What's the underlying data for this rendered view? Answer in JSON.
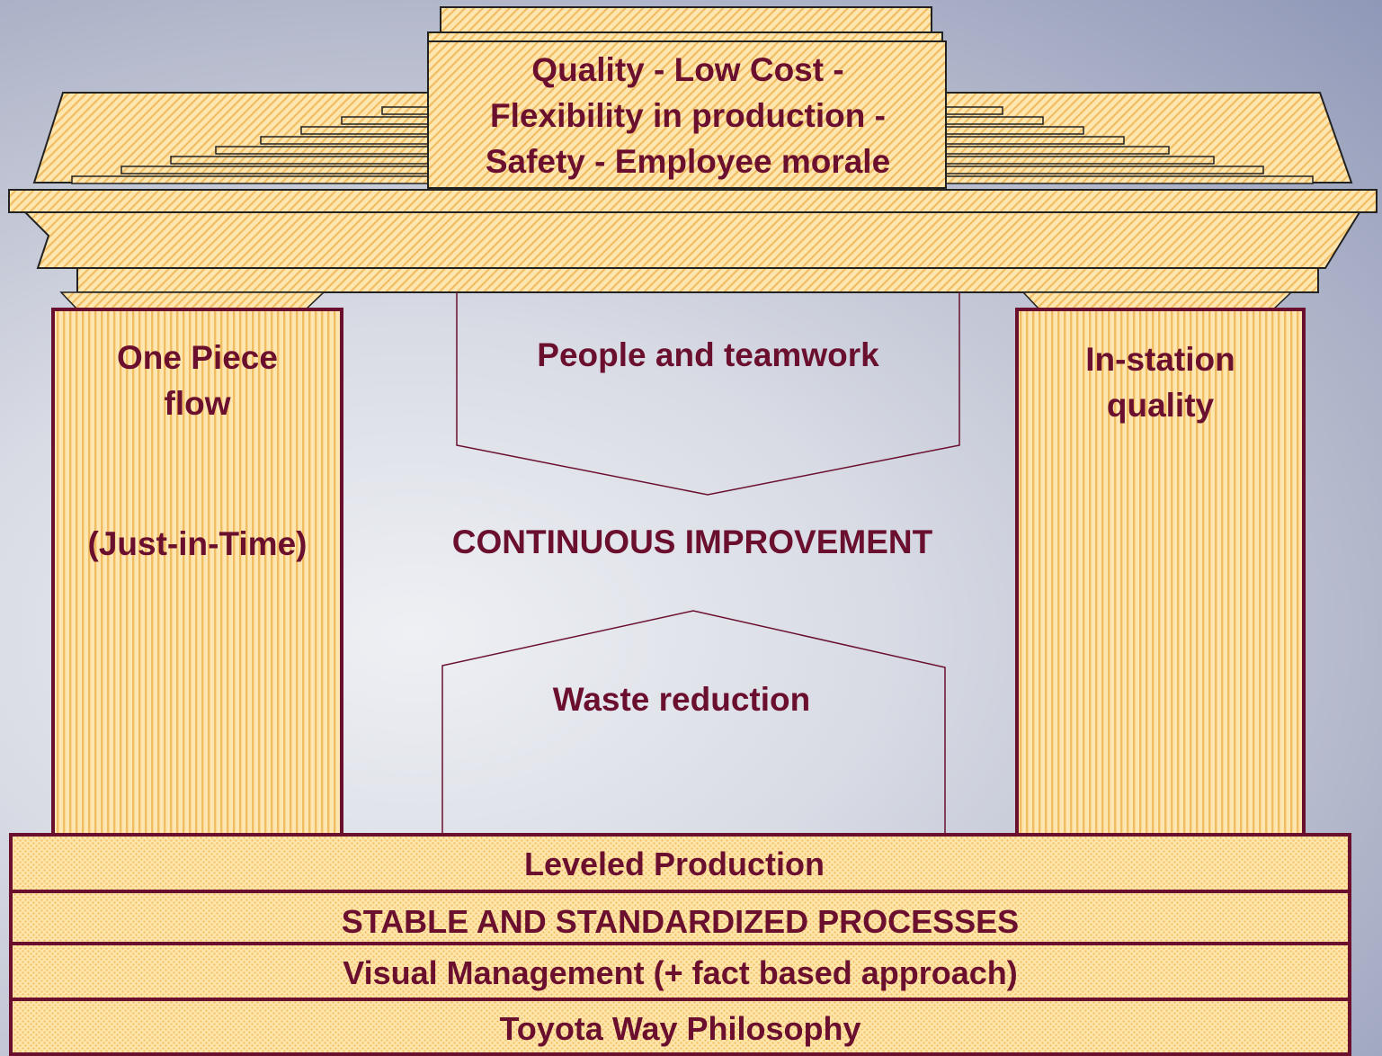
{
  "roof": {
    "line1": "Quality - Low Cost -",
    "line2": "Flexibility in production -",
    "line3": "Safety - Employee morale"
  },
  "left_pillar": {
    "line1": "One Piece",
    "line2": "flow",
    "line3": "(Just-in-Time)"
  },
  "right_pillar": {
    "line1": "In-station",
    "line2": "quality"
  },
  "center": {
    "top_arrow": "People and teamwork",
    "middle": "CONTINUOUS IMPROVEMENT",
    "bottom_arrow": "Waste reduction"
  },
  "foundation": [
    "Leveled Production",
    "STABLE AND STANDARDIZED PROCESSES",
    "Visual Management (+ fact based approach)",
    "Toyota Way Philosophy"
  ],
  "colors": {
    "stroke": "#6b0f2f",
    "fill": "#fde4a8",
    "stripe": "#f3c066",
    "text": "#6b0f2f"
  }
}
